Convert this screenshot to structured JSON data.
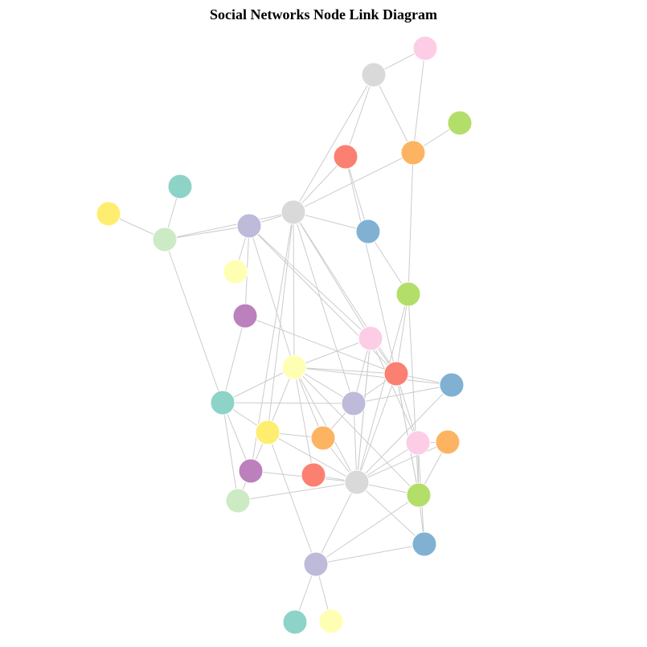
{
  "title": "Social Networks Node Link Diagram",
  "style": {
    "link_color": "#cccccc",
    "palette": [
      "#8dd3c7",
      "#ffffb3",
      "#bebada",
      "#fb8072",
      "#80b1d3",
      "#fdb462",
      "#b3de69",
      "#fccde5",
      "#d9d9d9",
      "#bc80bd",
      "#ccebc5",
      "#ffed6f"
    ]
  },
  "nodes": [
    {
      "id": 0,
      "color": "#fccde5"
    },
    {
      "id": 1,
      "color": "#d9d9d9"
    },
    {
      "id": 2,
      "color": "#b3de69"
    },
    {
      "id": 3,
      "color": "#fb8072"
    },
    {
      "id": 4,
      "color": "#fdb462"
    },
    {
      "id": 5,
      "color": "#8dd3c7"
    },
    {
      "id": 6,
      "color": "#ffed6f"
    },
    {
      "id": 7,
      "color": "#bebada"
    },
    {
      "id": 8,
      "color": "#d9d9d9"
    },
    {
      "id": 9,
      "color": "#80b1d3"
    },
    {
      "id": 10,
      "color": "#ccebc5"
    },
    {
      "id": 11,
      "color": "#ffffb3"
    },
    {
      "id": 12,
      "color": "#b3de69"
    },
    {
      "id": 13,
      "color": "#bc80bd"
    },
    {
      "id": 14,
      "color": "#fccde5"
    },
    {
      "id": 15,
      "color": "#ffffb3"
    },
    {
      "id": 16,
      "color": "#fb8072"
    },
    {
      "id": 17,
      "color": "#80b1d3"
    },
    {
      "id": 18,
      "color": "#8dd3c7"
    },
    {
      "id": 19,
      "color": "#bebada"
    },
    {
      "id": 20,
      "color": "#ffed6f"
    },
    {
      "id": 21,
      "color": "#fdb462"
    },
    {
      "id": 22,
      "color": "#fccde5"
    },
    {
      "id": 23,
      "color": "#fdb462"
    },
    {
      "id": 24,
      "color": "#bc80bd"
    },
    {
      "id": 25,
      "color": "#fb8072"
    },
    {
      "id": 26,
      "color": "#d9d9d9"
    },
    {
      "id": 27,
      "color": "#ccebc5"
    },
    {
      "id": 28,
      "color": "#b3de69"
    },
    {
      "id": 29,
      "color": "#80b1d3"
    },
    {
      "id": 30,
      "color": "#bebada"
    },
    {
      "id": 31,
      "color": "#8dd3c7"
    },
    {
      "id": 32,
      "color": "#ffffb3"
    }
  ],
  "links": [
    [
      0,
      1
    ],
    [
      0,
      4
    ],
    [
      1,
      4
    ],
    [
      1,
      3
    ],
    [
      1,
      8
    ],
    [
      2,
      4
    ],
    [
      4,
      8
    ],
    [
      4,
      12
    ],
    [
      3,
      8
    ],
    [
      3,
      9
    ],
    [
      3,
      16
    ],
    [
      5,
      10
    ],
    [
      6,
      10
    ],
    [
      10,
      7
    ],
    [
      10,
      8
    ],
    [
      10,
      18
    ],
    [
      7,
      8
    ],
    [
      7,
      11
    ],
    [
      7,
      13
    ],
    [
      7,
      15
    ],
    [
      7,
      16
    ],
    [
      7,
      14
    ],
    [
      8,
      9
    ],
    [
      8,
      14
    ],
    [
      8,
      15
    ],
    [
      8,
      20
    ],
    [
      8,
      24
    ],
    [
      8,
      19
    ],
    [
      8,
      16
    ],
    [
      9,
      12
    ],
    [
      12,
      16
    ],
    [
      12,
      26
    ],
    [
      12,
      28
    ],
    [
      14,
      15
    ],
    [
      14,
      16
    ],
    [
      14,
      19
    ],
    [
      14,
      22
    ],
    [
      14,
      26
    ],
    [
      15,
      16
    ],
    [
      15,
      17
    ],
    [
      15,
      18
    ],
    [
      15,
      19
    ],
    [
      15,
      21
    ],
    [
      15,
      20
    ],
    [
      15,
      26
    ],
    [
      15,
      28
    ],
    [
      15,
      25
    ],
    [
      16,
      17
    ],
    [
      16,
      19
    ],
    [
      16,
      22
    ],
    [
      16,
      26
    ],
    [
      16,
      28
    ],
    [
      17,
      19
    ],
    [
      17,
      26
    ],
    [
      13,
      18
    ],
    [
      13,
      16
    ],
    [
      18,
      20
    ],
    [
      18,
      24
    ],
    [
      18,
      19
    ],
    [
      18,
      27
    ],
    [
      19,
      21
    ],
    [
      19,
      26
    ],
    [
      20,
      21
    ],
    [
      20,
      24
    ],
    [
      20,
      26
    ],
    [
      20,
      30
    ],
    [
      21,
      26
    ],
    [
      22,
      26
    ],
    [
      22,
      28
    ],
    [
      23,
      28
    ],
    [
      23,
      26
    ],
    [
      22,
      23
    ],
    [
      24,
      26
    ],
    [
      24,
      27
    ],
    [
      25,
      26
    ],
    [
      26,
      27
    ],
    [
      26,
      28
    ],
    [
      26,
      30
    ],
    [
      26,
      29
    ],
    [
      28,
      29
    ],
    [
      28,
      30
    ],
    [
      29,
      30
    ],
    [
      30,
      31
    ],
    [
      30,
      32
    ],
    [
      22,
      29
    ],
    [
      16,
      28
    ],
    [
      14,
      26
    ]
  ]
}
